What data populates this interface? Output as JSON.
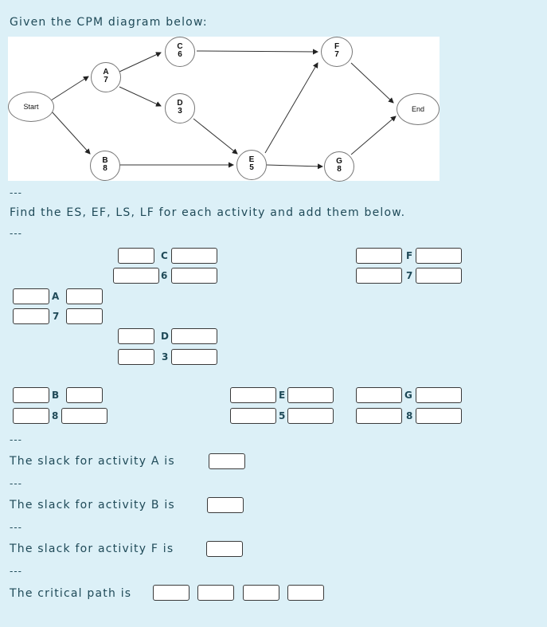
{
  "intro": "Given the CPM diagram below:",
  "separator": "---",
  "instruction": "Find the ES, EF, LS, LF for each activity and add them below.",
  "diagram": {
    "nodes": [
      {
        "id": "start",
        "label": "Start",
        "duration": ""
      },
      {
        "id": "A",
        "label": "A",
        "duration": "7"
      },
      {
        "id": "B",
        "label": "B",
        "duration": "8"
      },
      {
        "id": "C",
        "label": "C",
        "duration": "6"
      },
      {
        "id": "D",
        "label": "D",
        "duration": "3"
      },
      {
        "id": "E",
        "label": "E",
        "duration": "5"
      },
      {
        "id": "F",
        "label": "F",
        "duration": "7"
      },
      {
        "id": "G",
        "label": "G",
        "duration": "8"
      },
      {
        "id": "end",
        "label": "End",
        "duration": ""
      }
    ]
  },
  "activities": [
    {
      "id": "C",
      "label": "C",
      "duration": "6"
    },
    {
      "id": "F",
      "label": "F",
      "duration": "7"
    },
    {
      "id": "A",
      "label": "A",
      "duration": "7"
    },
    {
      "id": "D",
      "label": "D",
      "duration": "3"
    },
    {
      "id": "B",
      "label": "B",
      "duration": "8"
    },
    {
      "id": "E",
      "label": "E",
      "duration": "5"
    },
    {
      "id": "G",
      "label": "G",
      "duration": "8"
    }
  ],
  "questions": {
    "slack_a": "The slack for activity A is",
    "slack_b": "The slack for activity B is",
    "slack_f": "The slack for activity F is",
    "critical_path": "The critical path is"
  }
}
